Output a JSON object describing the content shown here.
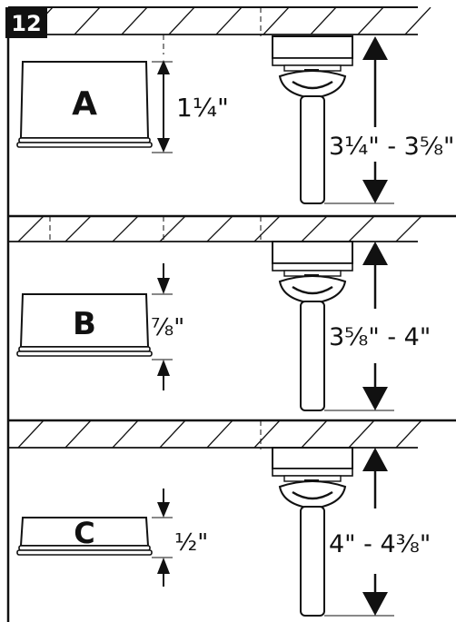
{
  "step_number": "12",
  "panels": [
    {
      "id": "A",
      "spacer_label": "A",
      "spacer_height": "1¼\"",
      "range": "3¼\" - 3⅝\""
    },
    {
      "id": "B",
      "spacer_label": "B",
      "spacer_height": "⅞\"",
      "range": "3⅝\" - 4\""
    },
    {
      "id": "C",
      "spacer_label": "C",
      "spacer_height": "½\"",
      "range": "4\" - 4⅜\""
    }
  ],
  "colors": {
    "ink": "#111111",
    "paper": "#ffffff"
  }
}
